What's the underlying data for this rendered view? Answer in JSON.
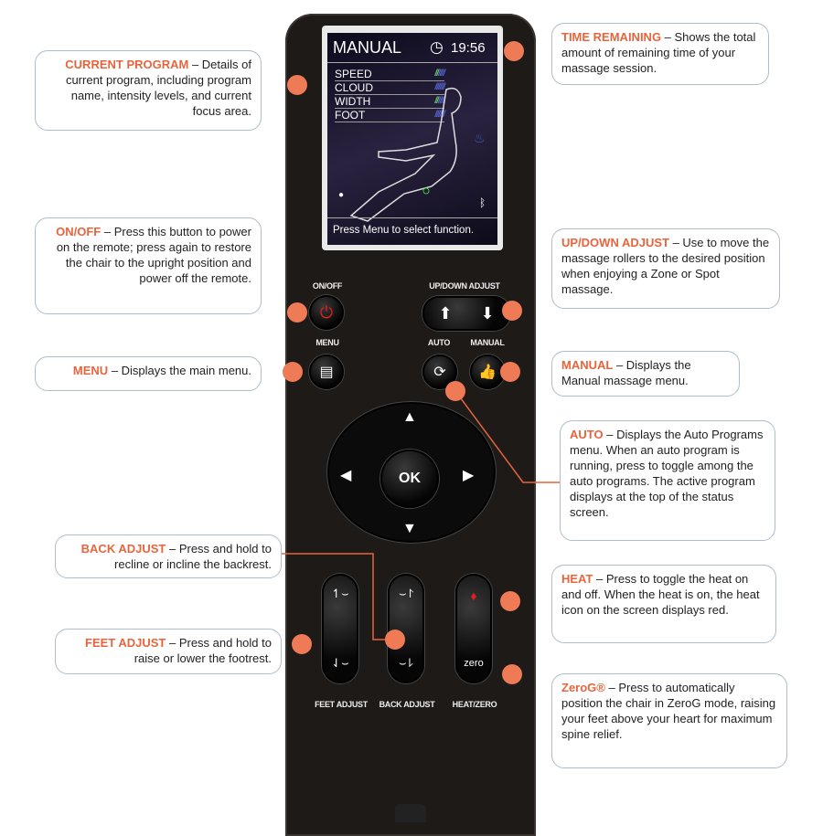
{
  "remote": {
    "screen": {
      "mode": "MANUAL",
      "time": "19:56",
      "settings": [
        {
          "label": "SPEED",
          "level": 2
        },
        {
          "label": "CLOUD",
          "level": 0
        },
        {
          "label": "WIDTH",
          "level": 2
        },
        {
          "label": "FOOT",
          "level": 0
        }
      ],
      "footer": "Press Menu to select function."
    },
    "labels": {
      "onoff": "ON/OFF",
      "updown": "UP/DOWN ADJUST",
      "menu": "MENU",
      "auto": "AUTO",
      "manual": "MANUAL",
      "ok": "OK",
      "feet": "FEET ADJUST",
      "back": "BACK ADJUST",
      "heatzero": "HEAT/ZERO",
      "zero": "zero"
    }
  },
  "callouts": {
    "current_program": {
      "title": "CURRENT PROGRAM",
      "text": " – Details of current program, including program name, intensity levels, and current focus area."
    },
    "time_remaining": {
      "title": "TIME REMAINING",
      "text": " – Shows the total amount of remaining time of your massage session."
    },
    "onoff": {
      "title": "ON/OFF",
      "text": " – Press this button to power on the remote; press again to restore the chair to the upright position and power off the remote."
    },
    "updown": {
      "title": "UP/DOWN ADJUST",
      "text": " – Use to move the massage rollers to the desired position when enjoying a Zone or Spot massage."
    },
    "menu": {
      "title": "MENU",
      "text": " – Displays the main menu."
    },
    "manual": {
      "title": "MANUAL",
      "text": " – Displays the Manual massage menu."
    },
    "auto": {
      "title": "AUTO",
      "text": " – Displays the Auto Programs menu. When an auto program is running, press to toggle among the auto programs. The active program displays at the top of the status screen."
    },
    "back": {
      "title": "BACK ADJUST",
      "text": " –  Press and hold to recline or incline the backrest."
    },
    "feet": {
      "title": "FEET ADJUST",
      "text": " – Press and hold to raise or lower the footrest."
    },
    "heat": {
      "title": "HEAT",
      "text": " – Press to toggle the heat on and off. When the heat is on, the heat icon on the screen displays red."
    },
    "zerog": {
      "title": "ZeroG®",
      "text": " – Press to automatically position the chair in ZeroG mode, raising your feet above your heart for maximum spine relief."
    }
  },
  "colors": {
    "accent": "#e8643c",
    "dot": "#ef7a56",
    "heat": "#e0201c"
  }
}
